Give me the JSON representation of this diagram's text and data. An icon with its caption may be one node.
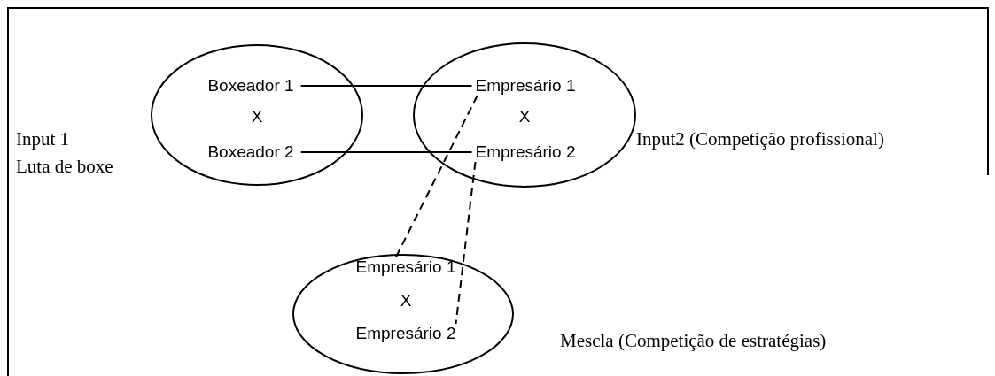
{
  "diagram": {
    "nodes": [
      {
        "text": [
          "X"
        ],
        "beside": [
          "Input 1",
          "Luta de boxe"
        ]
      },
      {
        "text": [
          "Boxeador 1"
        ],
        "in": 0
      },
      {
        "text": [
          "Boxeador 2"
        ],
        "in": 0
      },
      {
        "text": [
          "X"
        ],
        "beside": [
          "Input2 (Competição profissional)"
        ]
      },
      {
        "text": [
          "Empresário 1"
        ],
        "in": 3
      },
      {
        "text": [
          "Empresário 2"
        ],
        "in": 3
      },
      {
        "text": [
          "X"
        ],
        "beside": [
          "Mescla (Competição de estratégias)"
        ]
      },
      {
        "text": [
          "Empresário 1"
        ],
        "in": 6
      },
      {
        "text": [
          "Empresário 2"
        ],
        "in": 6
      }
    ],
    "edges": [
      {
        "from": 1,
        "to": 4,
        "arrow": "none"
      },
      {
        "from": 2,
        "to": 5,
        "arrow": "none"
      },
      {
        "from": 4,
        "to": 7,
        "arrow": "none",
        "style": "dashed"
      },
      {
        "from": 5,
        "to": 8,
        "arrow": "none",
        "style": "dashed"
      }
    ]
  }
}
